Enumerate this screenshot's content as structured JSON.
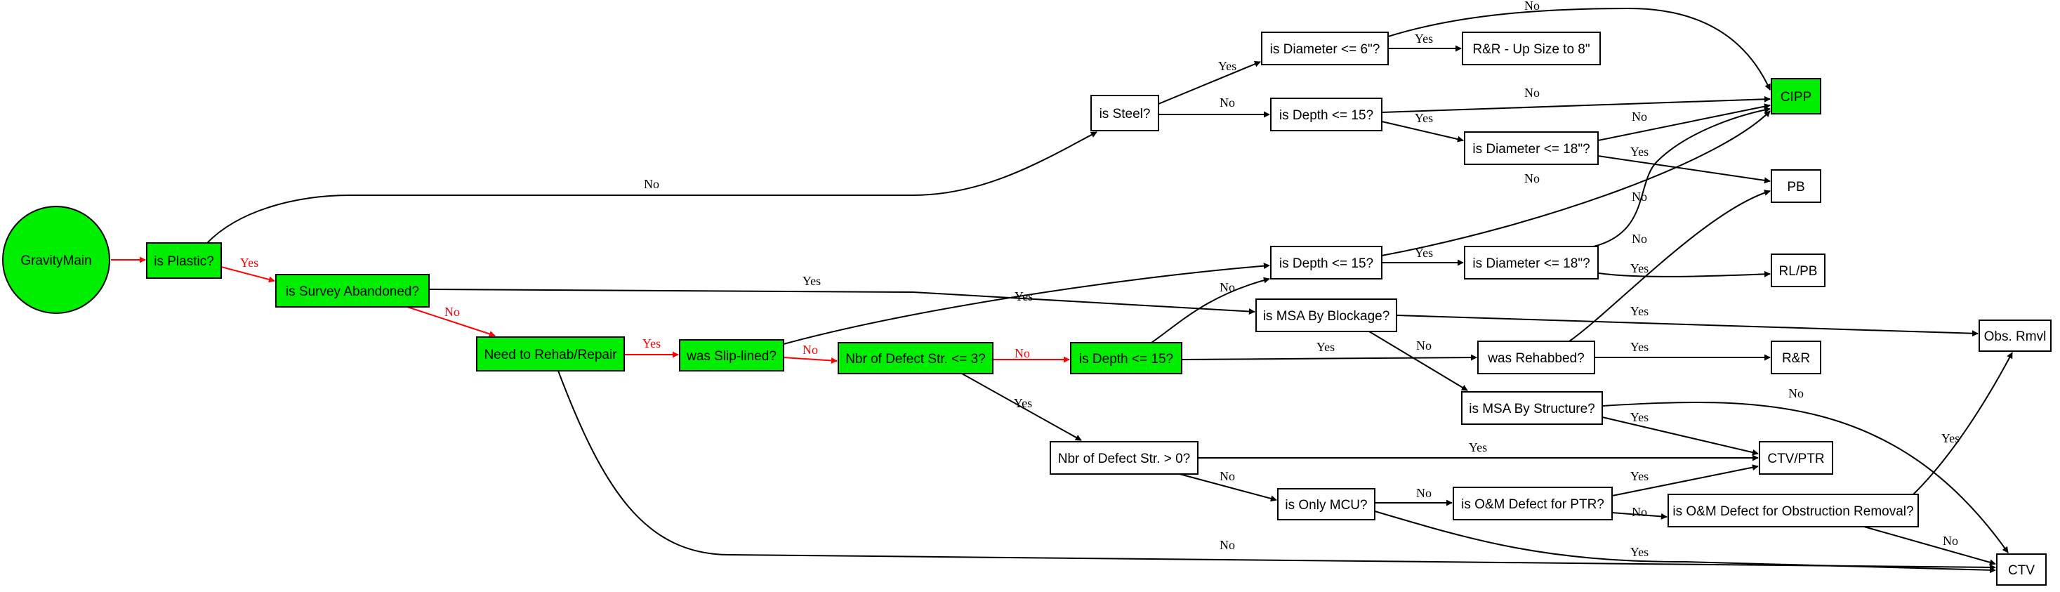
{
  "colors": {
    "highlight": "#00ee00",
    "normal": "#ffffff",
    "path": "#ff0000",
    "edge": "#000000"
  },
  "nodes": {
    "gravitymain": "GravityMain",
    "is_plastic": "is Plastic?",
    "is_survey_abandoned": "is Survey Abandoned?",
    "need_rehab_repair": "Need to Rehab/Repair",
    "was_slip_lined": "was Slip-lined?",
    "nbr_defect_le3": "Nbr of Defect Str. <= 3?",
    "is_depth_15_path": "is Depth <= 15?",
    "is_steel": "is Steel?",
    "is_diameter_6": "is Diameter <= 6\"?",
    "rr_upsize": "R&R - Up Size to 8\"",
    "cipp": "CIPP",
    "is_depth_15_a": "is Depth <= 15?",
    "is_diameter_18_a": "is Diameter <= 18\"?",
    "pb": "PB",
    "is_depth_15_b": "is Depth <= 15?",
    "is_diameter_18_b": "is Diameter <= 18\"?",
    "rl_pb": "RL/PB",
    "is_msa_blockage": "is MSA By Blockage?",
    "obs_rmvl": "Obs. Rmvl",
    "was_rehabbed": "was Rehabbed?",
    "rr": "R&R",
    "is_msa_structure": "is MSA By Structure?",
    "ctv_ptr": "CTV/PTR",
    "nbr_defect_gt0": "Nbr of Defect Str. > 0?",
    "is_only_mcu": "is Only MCU?",
    "is_om_ptr": "is O&M Defect for PTR?",
    "is_om_obstruction": "is O&M Defect for Obstruction Removal?",
    "ctv": "CTV"
  },
  "edges": {
    "e_gm_plastic": "",
    "e_plastic_steel": "No",
    "e_plastic_survey": "Yes",
    "e_survey_msa_block": "Yes",
    "e_survey_need": "No",
    "e_need_slip": "Yes",
    "e_need_ctv": "No",
    "e_slip_depth_b": "Yes",
    "e_slip_nbr3": "No",
    "e_nbr3_depthp": "No",
    "e_nbr3_gt0": "Yes",
    "e_depthp_depth_b": "No",
    "e_depthp_rehabbed": "Yes",
    "e_steel_diam6": "Yes",
    "e_steel_depth_a": "No",
    "e_diam6_rrup": "Yes",
    "e_diam6_cipp": "No",
    "e_depth_a_cipp": "No",
    "e_depth_a_diam18a": "Yes",
    "e_diam18a_cipp": "No",
    "e_diam18a_pb": "Yes",
    "e_depth_b_cipp": "No",
    "e_depth_b_diam18b": "Yes",
    "e_diam18b_cipp": "No",
    "e_diam18b_rlpb": "Yes",
    "e_msab_obs": "Yes",
    "e_msab_struct": "No",
    "e_rehabbed_pb": "No",
    "e_rehabbed_rr": "Yes",
    "e_struct_ctvptr": "Yes",
    "e_struct_ctv": "No",
    "e_gt0_ctvptr": "Yes",
    "e_gt0_mcu": "No",
    "e_mcu_omptr": "No",
    "e_mcu_ctv": "Yes",
    "e_omptr_ctvptr": "Yes",
    "e_omptr_omobs": "No",
    "e_omobs_obs": "Yes",
    "e_omobs_ctv": "No"
  }
}
